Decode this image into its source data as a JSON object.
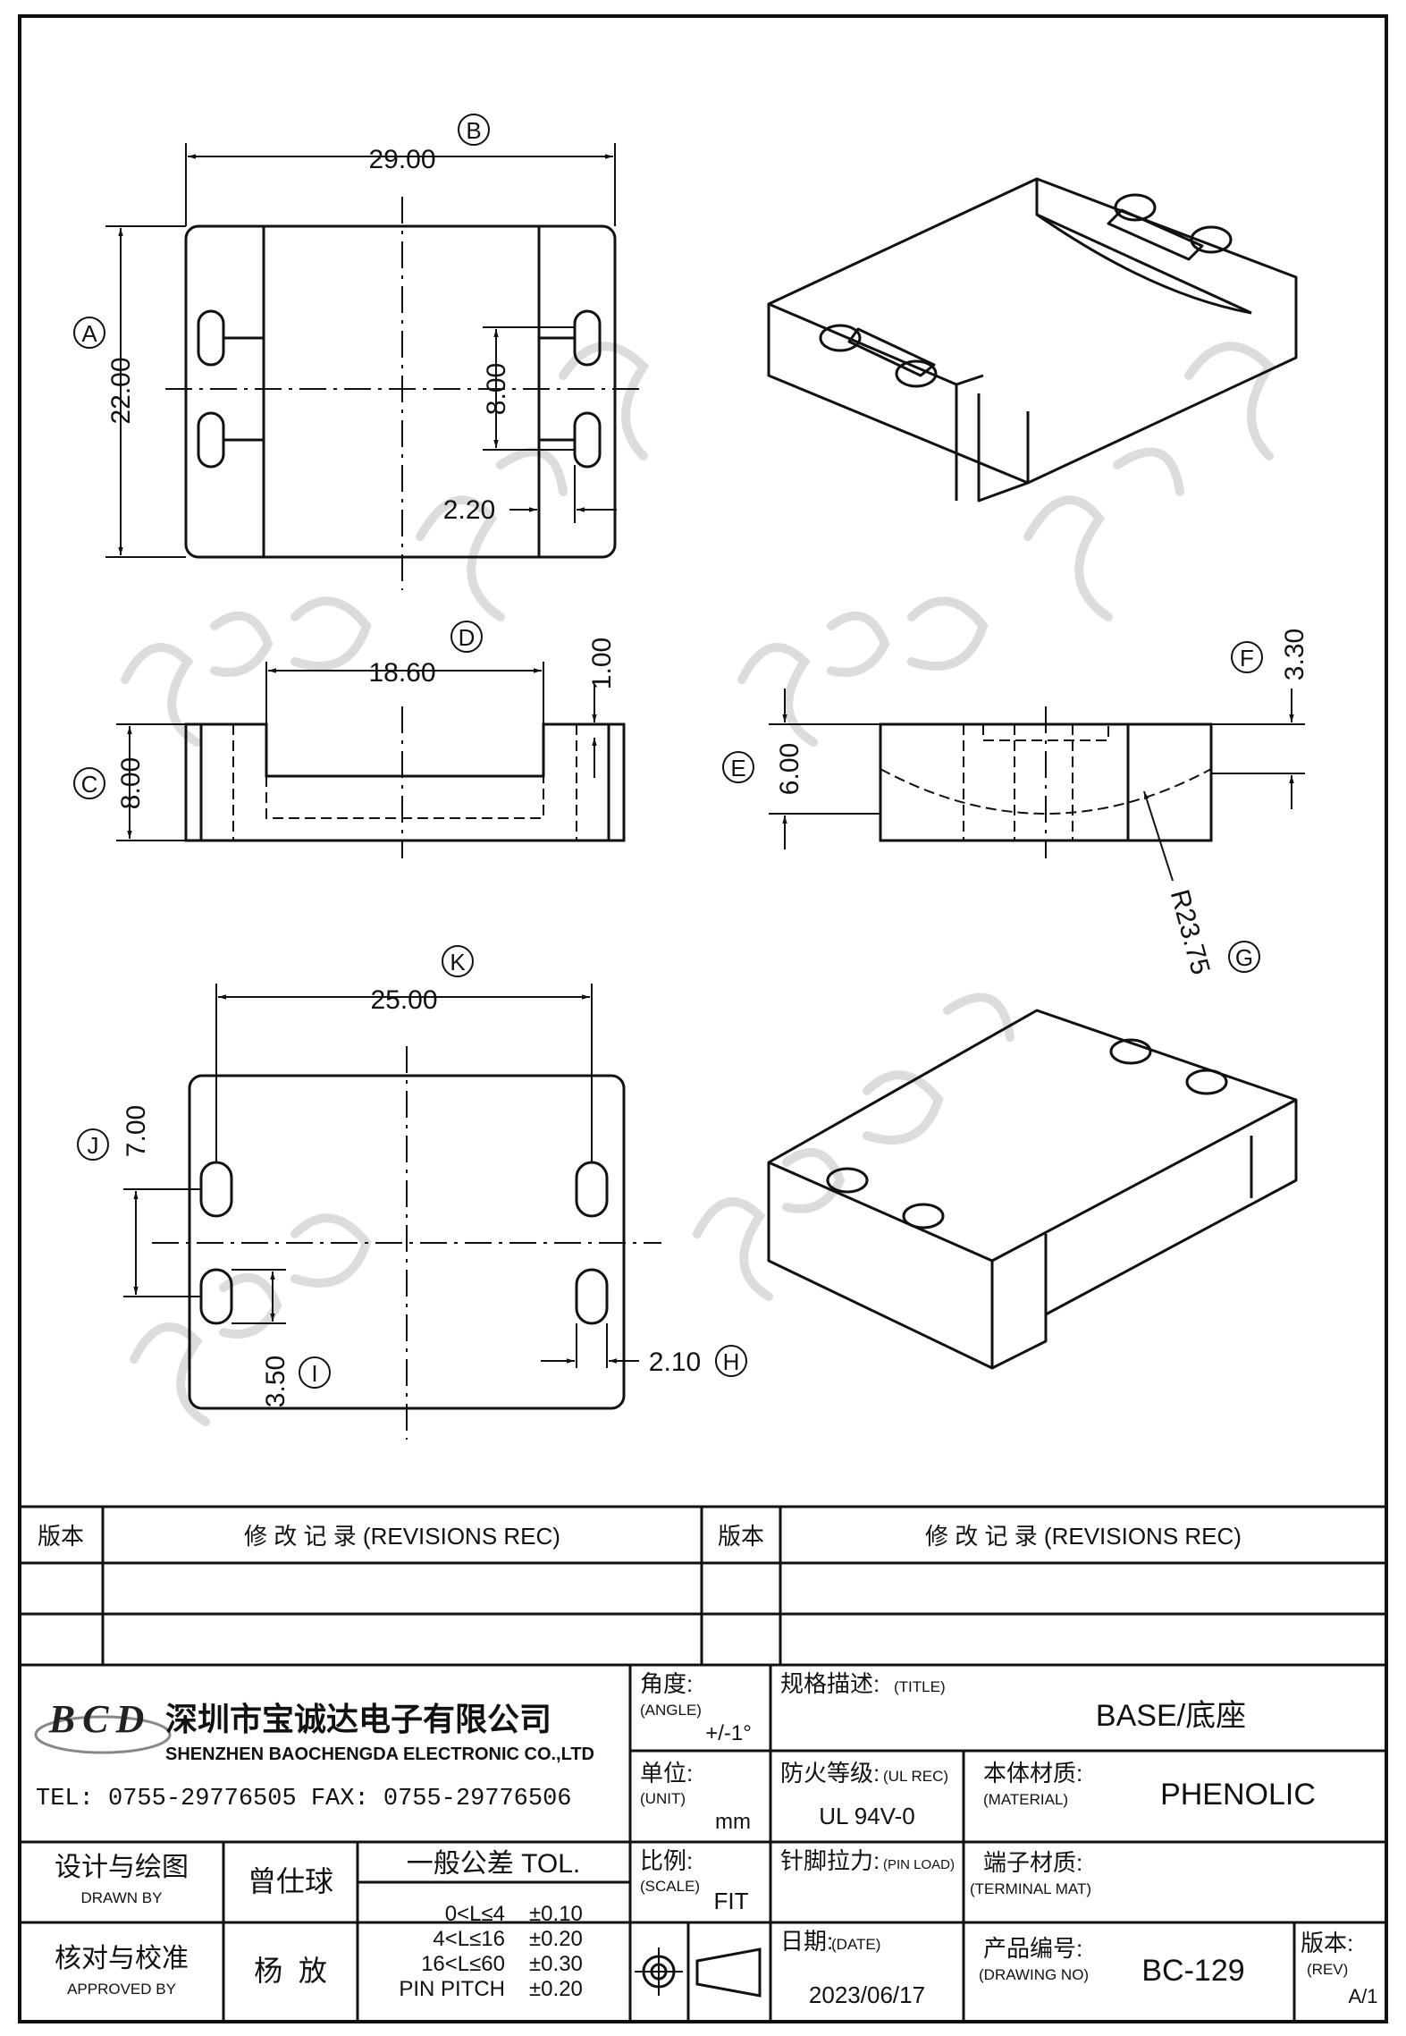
{
  "drawing": {
    "views": {
      "top": {
        "overall_width": "29.00",
        "overall_width_ref": "B",
        "overall_height": "22.00",
        "overall_height_ref": "A",
        "pin_pitch": "8.00",
        "slot_width": "2.20"
      },
      "front": {
        "slot_span": "18.60",
        "slot_span_ref": "D",
        "height": "8.00",
        "height_ref": "C",
        "wall_step": "1.00"
      },
      "side": {
        "height": "6.00",
        "height_ref": "E",
        "step": "3.30",
        "step_ref": "F",
        "radius": "R23.75",
        "radius_ref": "G"
      },
      "bottom": {
        "pin_span": "25.00",
        "pin_span_ref": "K",
        "pin_pitch": "7.00",
        "pin_pitch_ref": "J",
        "slot_length": "3.50",
        "slot_length_ref": "I",
        "slot_width": "2.10",
        "slot_width_ref": "H"
      }
    }
  },
  "revisions": {
    "left_version_label": "版本",
    "left_record_label": "修 改 记 录  (REVISIONS REC)",
    "right_version_label": "版本",
    "right_record_label": "修 改 记 录  (REVISIONS REC)"
  },
  "company": {
    "logo_text": "BCD",
    "name_cn": "深圳市宝诚达电子有限公司",
    "name_en": "SHENZHEN BAOCHENGDA ELECTRONIC CO.,LTD",
    "tel_fax": "TEL: 0755-29776505  FAX: 0755-29776506"
  },
  "title_block": {
    "angle_label": "角度:",
    "angle_label_en": "(ANGLE)",
    "angle_value": "+/-1°",
    "title_label": "规格描述:",
    "title_label_en": "(TITLE)",
    "title_value": "BASE/底座",
    "unit_label": "单位:",
    "unit_label_en": "(UNIT)",
    "unit_value": "mm",
    "ul_label": "防火等级:",
    "ul_label_en": "(UL REC)",
    "ul_value": "UL 94V-0",
    "material_label": "本体材质:",
    "material_label_en": "(MATERIAL)",
    "material_value": "PHENOLIC",
    "scale_label": "比例:",
    "scale_label_en": "(SCALE)",
    "scale_value": "FIT",
    "pin_load_label": "针脚拉力:",
    "pin_load_label_en": "(PIN LOAD)",
    "terminal_label": "端子材质:",
    "terminal_label_en": "(TERMINAL MAT)",
    "date_label": "日期:",
    "date_label_en": "(DATE)",
    "date_value": "2023/06/17",
    "drawing_no_label": "产品编号:",
    "drawing_no_label_en": "(DRAWING NO)",
    "drawing_no_value": "BC-129",
    "rev_label": "版本:",
    "rev_label_en": "(REV)",
    "rev_value": "A/1",
    "drawn_label": "设计与绘图",
    "drawn_label_en": "DRAWN BY",
    "drawn_value": "曾仕球",
    "approved_label": "核对与校准",
    "approved_label_en": "APPROVED BY",
    "approved_value": "杨  放",
    "tol_title": "一般公差 TOL.",
    "tol_rows": [
      {
        "range": "0<L≤4",
        "value": "±0.10"
      },
      {
        "range": "4<L≤16",
        "value": "±0.20"
      },
      {
        "range": "16<L≤60",
        "value": "±0.30"
      },
      {
        "range": "PIN PITCH",
        "value": "±0.20"
      }
    ]
  }
}
